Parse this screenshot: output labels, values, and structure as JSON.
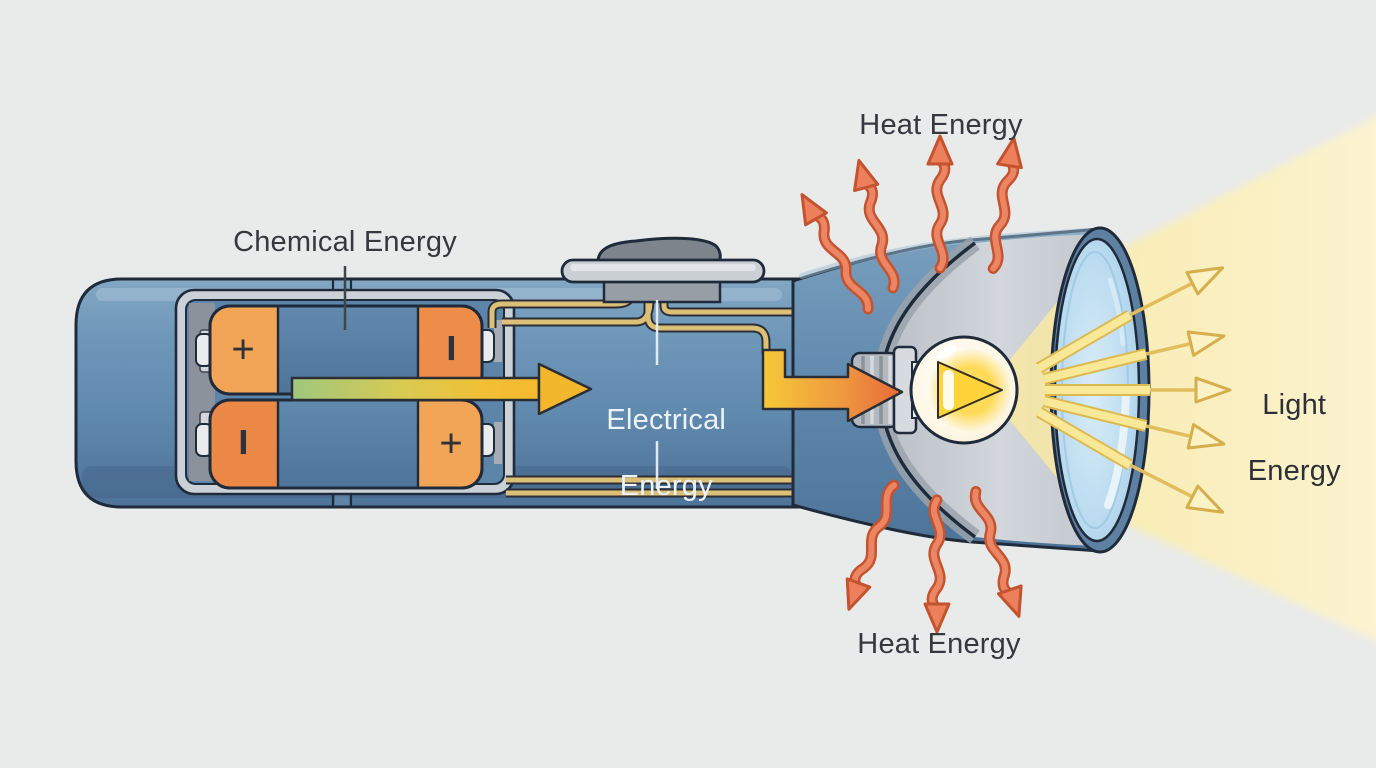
{
  "diagram": {
    "title_hint": "Flashlight energy transformation diagram",
    "labels": {
      "chemical": "Chemical Energy",
      "electrical": [
        "Electrical",
        "Energy"
      ],
      "heat_top": "Heat Energy",
      "heat_bottom": "Heat Energy",
      "light": [
        "Light",
        "Energy"
      ]
    },
    "batteries": {
      "top": {
        "left_terminal": "+",
        "right_terminal": "−"
      },
      "bottom": {
        "left_terminal": "−",
        "right_terminal": "+"
      }
    },
    "colors": {
      "background": "#E9EAEA",
      "body_blue": "#6089AE",
      "battery_orange_light": "#F2A556",
      "battery_orange_dark": "#EC8846",
      "wire_tan": "#DCC078",
      "chemical_arrow_green": "#9FC77E",
      "chemical_arrow_yellow": "#F2B72C",
      "electrical_arrow_orange": "#E8693A",
      "heat_arrow_orange": "#EC8563",
      "beam_yellow": "#F8ECB2",
      "bulb_glow": "#FFD43B"
    }
  }
}
